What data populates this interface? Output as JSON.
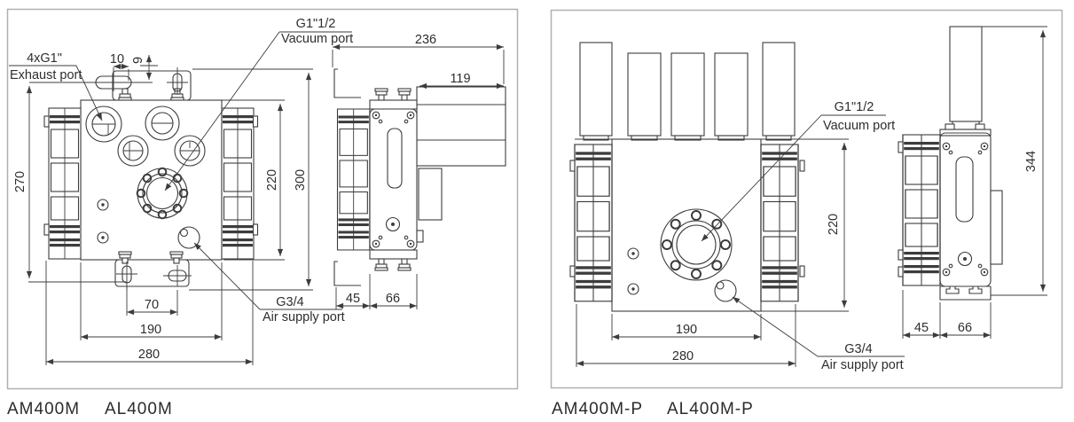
{
  "drawing": {
    "left": {
      "models": {
        "m1": "AM400M",
        "m2": "AL400M"
      },
      "labels": {
        "exhaust_size": "4xG1\"",
        "exhaust_name": "Exhaust port",
        "vacuum_size": "G1\"1/2",
        "vacuum_name": "Vacuum port",
        "air_size": "G3/4",
        "air_name": "Air supply port"
      },
      "front_dims": {
        "w10": "10",
        "h9": "9",
        "h270": "270",
        "h220": "220",
        "h300": "300",
        "w70": "70",
        "w190": "190",
        "w280": "280"
      },
      "side_dims": {
        "d236": "236",
        "d119": "119",
        "d45": "45",
        "d66": "66"
      }
    },
    "right": {
      "models": {
        "m1": "AM400M-P",
        "m2": "AL400M-P"
      },
      "labels": {
        "vacuum_size": "G1\"1/2",
        "vacuum_name": "Vacuum port",
        "air_size": "G3/4",
        "air_name": "Air supply port"
      },
      "front_dims": {
        "h220": "220",
        "w190": "190",
        "w280": "280"
      },
      "side_dims": {
        "h344": "344",
        "d45": "45",
        "d66": "66"
      }
    }
  }
}
